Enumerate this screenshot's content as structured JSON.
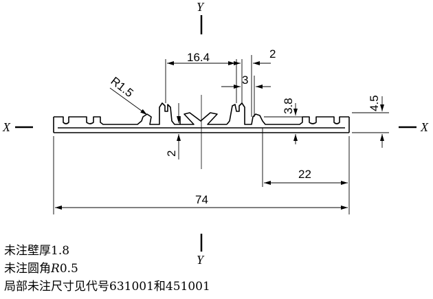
{
  "axes": {
    "y_top": "Y",
    "y_bottom": "Y",
    "x_left": "X",
    "x_right": "X"
  },
  "dimensions": {
    "top_span": "16.4",
    "top_right": "2",
    "inner_gap": "3",
    "radius": "R1.5",
    "right_height_1": "3.8",
    "right_height_2": "4.5",
    "base_thickness": "2",
    "right_half_width": "22",
    "total_width": "74"
  },
  "notes": {
    "line1": "未注壁厚1.8",
    "line2_text": "未注圆角",
    "line2_symbol": "R",
    "line2_value": "0.5",
    "line3": "局部未注尺寸见代号631001和451001"
  }
}
